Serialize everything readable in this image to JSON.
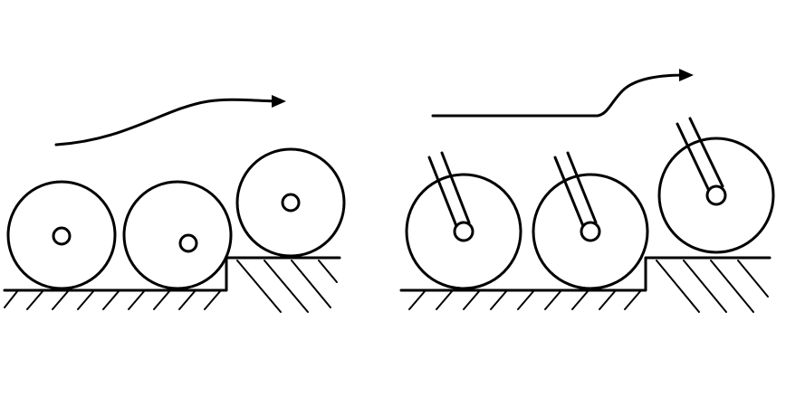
{
  "diagram": {
    "colors": {
      "line": "#000000",
      "background": "#ffffff"
    },
    "left_panel": {
      "description_icon": "free-rolling-wheels-over-step",
      "wheels": 3
    },
    "right_panel": {
      "description_icon": "forked-wheels-over-step",
      "wheels": 3
    }
  }
}
